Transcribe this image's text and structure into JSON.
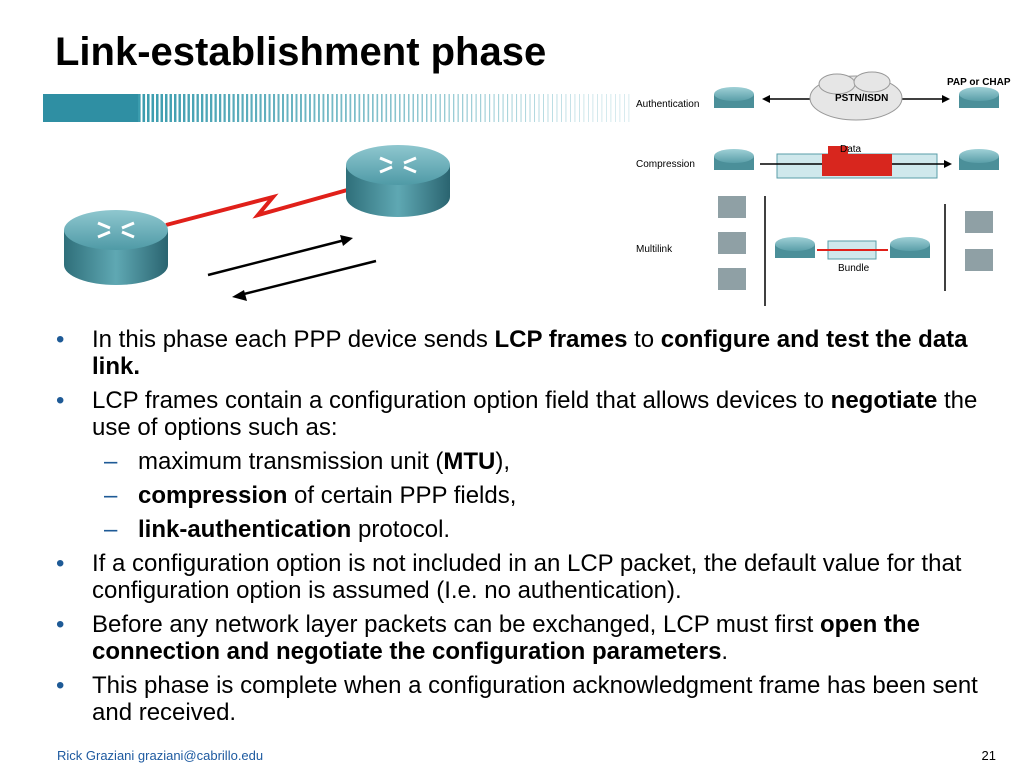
{
  "title": "Link-establishment phase",
  "diagram": {
    "labels": {
      "pap_chap": "PAP or CHAP",
      "authentication": "Authentication",
      "pstn_isdn": "PSTN/ISDN",
      "compression": "Compression",
      "data": "Data",
      "multilink": "Multilink",
      "bundle": "Bundle"
    }
  },
  "bullets": [
    {
      "parts": [
        {
          "t": "In this phase each PPP device sends ",
          "b": false
        },
        {
          "t": "LCP frames",
          "b": true
        },
        {
          "t": " to ",
          "b": false
        },
        {
          "t": "configure and test the data link.",
          "b": true
        }
      ]
    },
    {
      "parts": [
        {
          "t": "LCP frames contain a configuration option field that allows devices to ",
          "b": false
        },
        {
          "t": "negotiate",
          "b": true
        },
        {
          "t": " the use of options such as:",
          "b": false
        }
      ]
    },
    {
      "sub": [
        {
          "parts": [
            {
              "t": "maximum transmission unit (",
              "b": false
            },
            {
              "t": "MTU",
              "b": true
            },
            {
              "t": "),",
              "b": false
            }
          ]
        },
        {
          "parts": [
            {
              "t": "compression",
              "b": true
            },
            {
              "t": " of certain PPP fields,",
              "b": false
            }
          ]
        },
        {
          "parts": [
            {
              "t": "link-authentication",
              "b": true
            },
            {
              "t": " protocol.",
              "b": false
            }
          ]
        }
      ]
    },
    {
      "parts": [
        {
          "t": "If a configuration option is not included in an LCP packet, the default value for that configuration option is assumed (I.e. no authentication).",
          "b": false
        }
      ]
    },
    {
      "parts": [
        {
          "t": "Before any network layer packets can be exchanged, LCP must first ",
          "b": false
        },
        {
          "t": "open the connection and negotiate the configuration parameters",
          "b": true
        },
        {
          "t": ".",
          "b": false
        }
      ]
    },
    {
      "parts": [
        {
          "t": "This phase is complete when a configuration acknowledgment frame has been sent and received.",
          "b": false
        }
      ]
    }
  ],
  "footer": {
    "author": "Rick Graziani  graziani@cabrillo.edu",
    "page": "21"
  },
  "colors": {
    "accent_blue": "#1e5a96",
    "link_red": "#e0201a",
    "stripe_teal": "#3aa0b0"
  }
}
